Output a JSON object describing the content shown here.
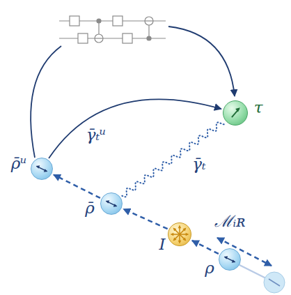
{
  "diagram": {
    "nodes": [
      {
        "text": [
          "ρ̄ᵘ"
        ]
      },
      {
        "text": [
          "ρ̄"
        ]
      },
      {
        "text": [
          "I"
        ]
      },
      {
        "text": [
          "ρ"
        ]
      },
      {
        "text": [
          "τ"
        ]
      }
    ],
    "edges": [
      {
        "from": 3,
        "to": 2,
        "arrow": "to"
      },
      {
        "from": 2,
        "to": 1,
        "arrow": "to"
      },
      {
        "from": 1,
        "to": 0,
        "arrow": "to"
      },
      {
        "from": 1,
        "to": 4,
        "label": "γ̄ₜ",
        "arrow": "none"
      },
      {
        "from": 0,
        "to": 4,
        "label": "γ̄ₜᵘ",
        "arrow": "to"
      }
    ],
    "labels": [
      "ℳᵢʀ"
    ]
  }
}
